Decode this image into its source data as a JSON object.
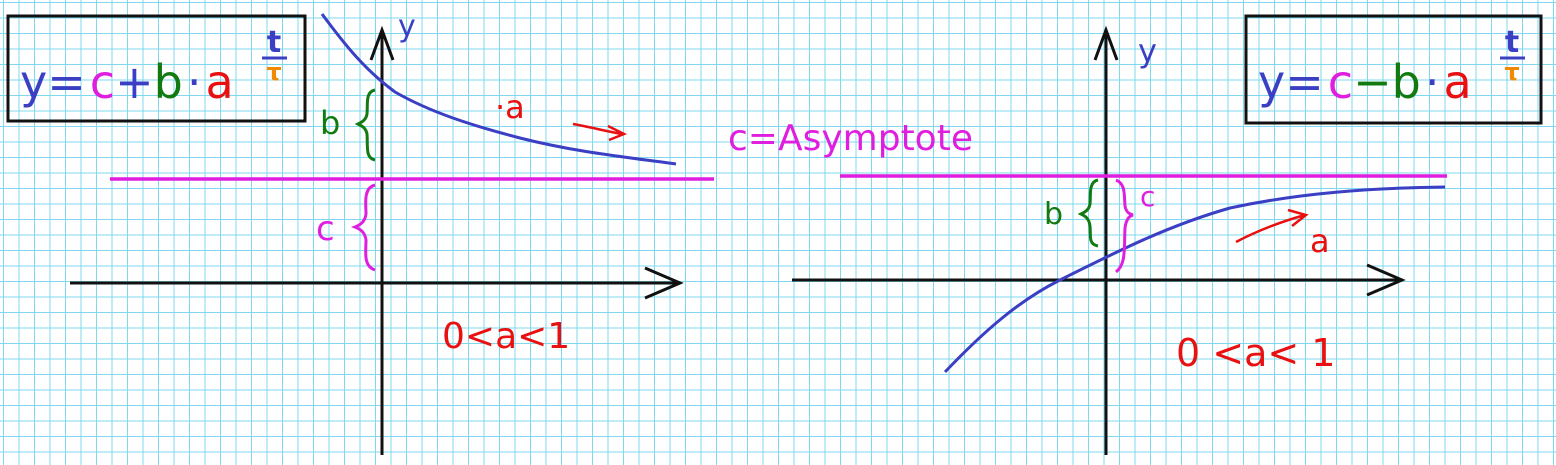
{
  "colors": {
    "grid": "#7fd8ee",
    "curve": "#3a3fc4",
    "asymptote": "#e01ee0",
    "b_bracket": "#117a11",
    "a_label": "#e81010",
    "tau": "#f08a00",
    "axis": "#111111"
  },
  "left_panel": {
    "formula": {
      "y": "y",
      "eq": "=",
      "c": "c",
      "op": "+",
      "b": "b",
      "dot": "·",
      "a": "a",
      "exp_num": "t",
      "exp_den": "τ"
    },
    "y_axis_label": "y",
    "b_label": "b",
    "c_label": "c",
    "a_mark": "·a",
    "condition": "0<a<1"
  },
  "right_panel": {
    "formula": {
      "y": "y",
      "eq": "=",
      "c": "c",
      "op": "−",
      "b": "b",
      "dot": "·",
      "a": "a",
      "exp_num": "t",
      "exp_den": "τ"
    },
    "y_axis_label": "y",
    "b_label": "b",
    "c_label": "c",
    "a_label": "a",
    "condition": "0 <a< 1"
  },
  "asymptote_label": "c=Asymptote"
}
